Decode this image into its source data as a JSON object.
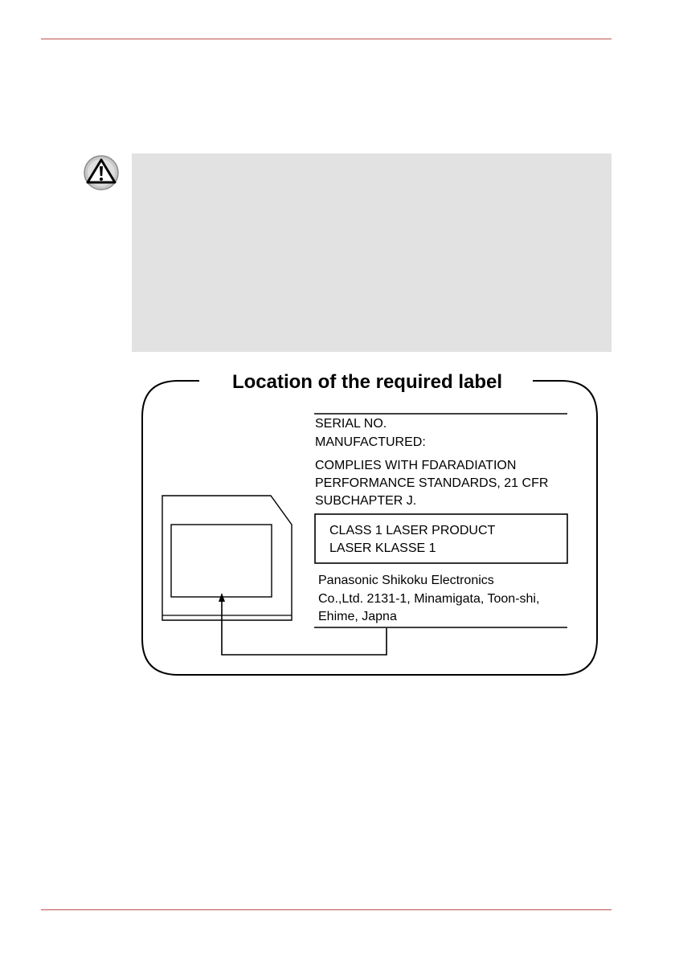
{
  "colors": {
    "rule": "#c0504d",
    "caution_bg": "#e2e2e2",
    "ink": "#000000"
  },
  "icons": {
    "warning": "warning-triangle-icon"
  },
  "figure": {
    "title": "Location of the required label",
    "serial": "SERIAL NO.",
    "manufactured": "MANUFACTURED:",
    "complies": [
      "COMPLIES WITH FDARADIATION",
      "PERFORMANCE STANDARDS, 21 CFR",
      "SUBCHAPTER J."
    ],
    "class_box": [
      "CLASS 1 LASER PRODUCT",
      "LASER KLASSE 1"
    ],
    "manufacturer": [
      "Panasonic Shikoku Electronics",
      "Co.,Ltd. 2131-1, Minamigata, Toon-shi,",
      "Ehime, Japna"
    ]
  }
}
